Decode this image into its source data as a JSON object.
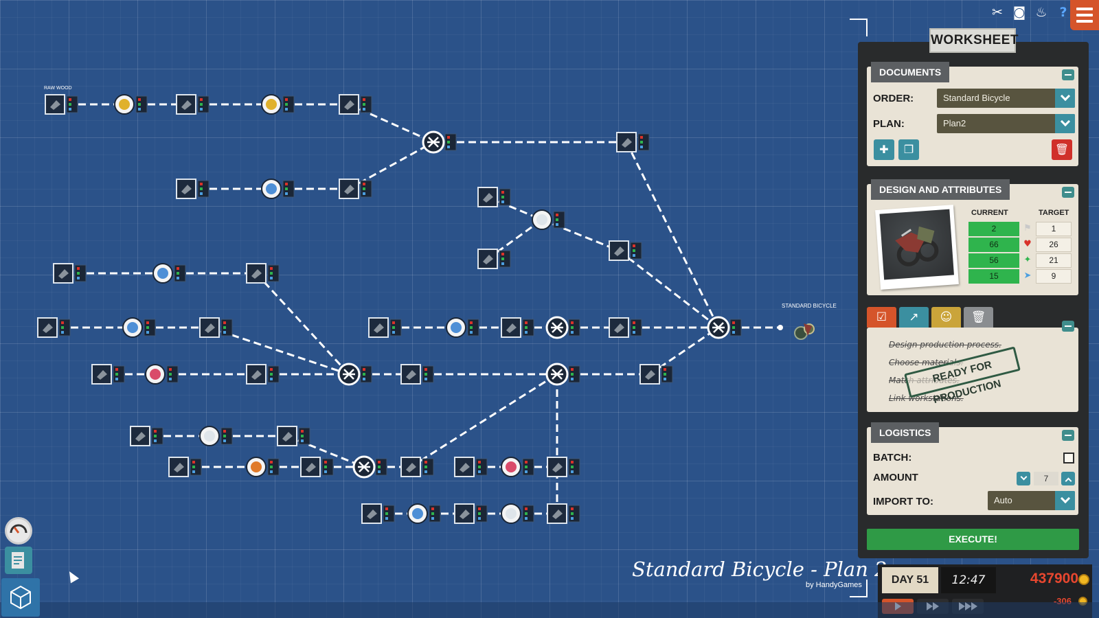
{
  "header": {
    "icons": [
      "tools-icon",
      "camera-icon",
      "piggy-bank-icon",
      "help-icon"
    ],
    "help_label": "?"
  },
  "worksheet": {
    "title": "WORKSHEET",
    "documents": {
      "title": "DOCUMENTS",
      "order_label": "ORDER:",
      "order_value": "Standard Bicycle",
      "plan_label": "PLAN:",
      "plan_value": "Plan2"
    },
    "design": {
      "title": "DESIGN AND ATTRIBUTES",
      "current_header": "CURRENT",
      "target_header": "TARGET",
      "rows": [
        {
          "current": "2",
          "target": "1",
          "icon": "brand-icon",
          "color": "#c9c9c9"
        },
        {
          "current": "66",
          "target": "26",
          "icon": "quality-icon",
          "color": "#d9322a"
        },
        {
          "current": "56",
          "target": "21",
          "icon": "durability-icon",
          "color": "#2fb44d"
        },
        {
          "current": "15",
          "target": "9",
          "icon": "speed-icon",
          "color": "#4c9fe0"
        }
      ]
    },
    "tasks": {
      "items": [
        "Design production process.",
        "Choose materials.",
        "Match attributes.",
        "Link workstations."
      ],
      "stamp": "READY FOR PRODUCTION"
    },
    "logistics": {
      "title": "LOGISTICS",
      "batch_label": "BATCH:",
      "amount_label": "AMOUNT",
      "amount_value": "7",
      "import_label": "IMPORT TO:",
      "import_value": "Auto"
    },
    "execute_label": "EXECUTE!"
  },
  "plan_caption": {
    "title": "Standard Bicycle - Plan 2",
    "subtitle": "by HandyGames"
  },
  "status": {
    "day": "DAY 51",
    "time": "12:47",
    "money": "437900",
    "delta": "-306"
  },
  "graph": {
    "raw_wood_label": "RAW WOOD",
    "product_label": "STANDARD BICYCLE"
  },
  "colors": {
    "background": "#2b5289",
    "accent_orange": "#d5542a",
    "execute_green": "#2f9a46",
    "money_red": "#e8472f"
  }
}
